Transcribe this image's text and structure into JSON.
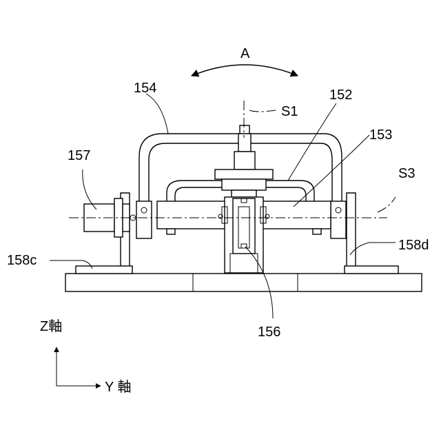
{
  "labels": {
    "rotation": "A",
    "axis_s1": "S1",
    "axis_s3": "S3",
    "frame": "154",
    "arm": "152",
    "beam": "153",
    "motor": "157",
    "center_block": "156",
    "bracket_left": "158c",
    "bracket_right": "158d",
    "z_axis": "Z軸",
    "y_axis": "Y 軸"
  }
}
